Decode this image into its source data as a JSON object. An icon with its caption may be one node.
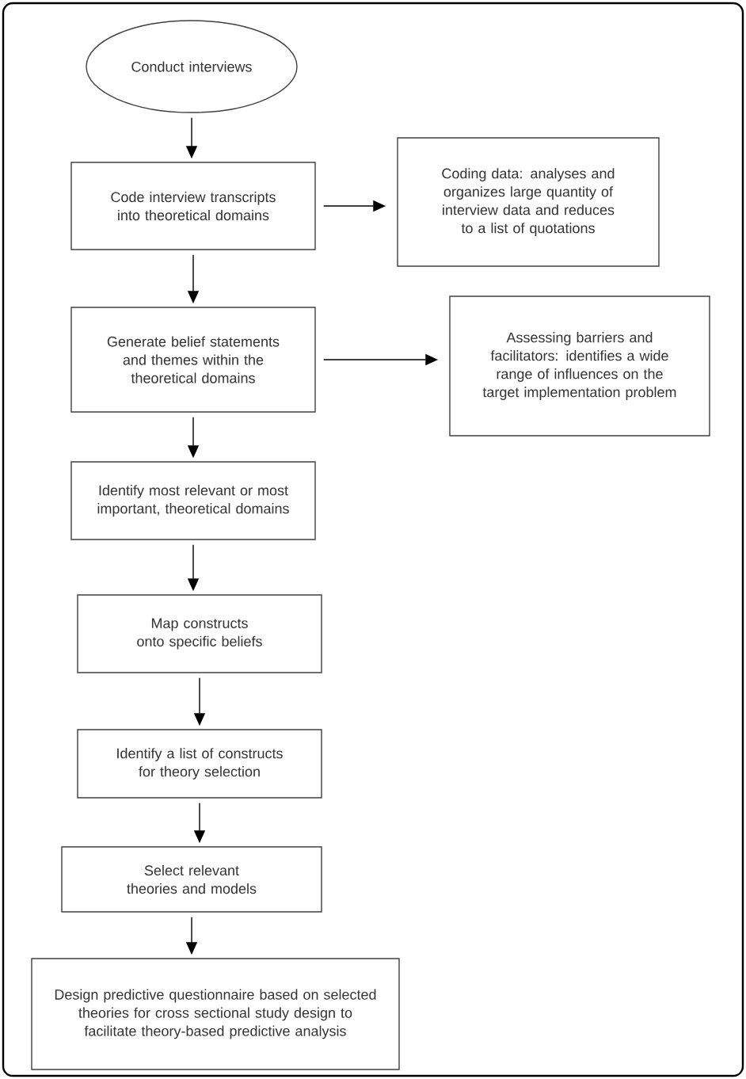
{
  "diagram": {
    "nodes": [
      {
        "text": [
          "Conduct interviews"
        ]
      },
      {
        "text": [
          "Code interview transcripts into theoretical domains"
        ]
      },
      {
        "text": [
          "Coding data: analyses and organizes large quantity of interview data and reduces to a list of quotations"
        ]
      },
      {
        "text": [
          "Generate belief statements and themes within the theoretical domains"
        ]
      },
      {
        "text": [
          "Assessing barriers and facilitators: identifies a wide range of influences on the target implementation problem"
        ]
      },
      {
        "text": [
          "Identify most relevant or most important, theoretical domains"
        ]
      },
      {
        "text": [
          "Map constructs onto specific beliefs"
        ]
      },
      {
        "text": [
          "Identify a list of constructs for theory selection"
        ]
      },
      {
        "text": [
          "Select relevant theories and models"
        ]
      },
      {
        "text": [
          "Design predictive questionnaire based on selected theories for cross sectional study design to facilitate theory-based predictive analysis"
        ]
      }
    ],
    "edges": [
      {
        "from": 0,
        "to": 1,
        "arrow": "to"
      },
      {
        "from": 1,
        "to": 2,
        "arrow": "to"
      },
      {
        "from": 1,
        "to": 3,
        "arrow": "to"
      },
      {
        "from": 3,
        "to": 4,
        "arrow": "to"
      },
      {
        "from": 3,
        "to": 5,
        "arrow": "to"
      },
      {
        "from": 5,
        "to": 6,
        "arrow": "to"
      },
      {
        "from": 6,
        "to": 7,
        "arrow": "to"
      },
      {
        "from": 7,
        "to": 8,
        "arrow": "to"
      },
      {
        "from": 8,
        "to": 9,
        "arrow": "to"
      }
    ]
  }
}
